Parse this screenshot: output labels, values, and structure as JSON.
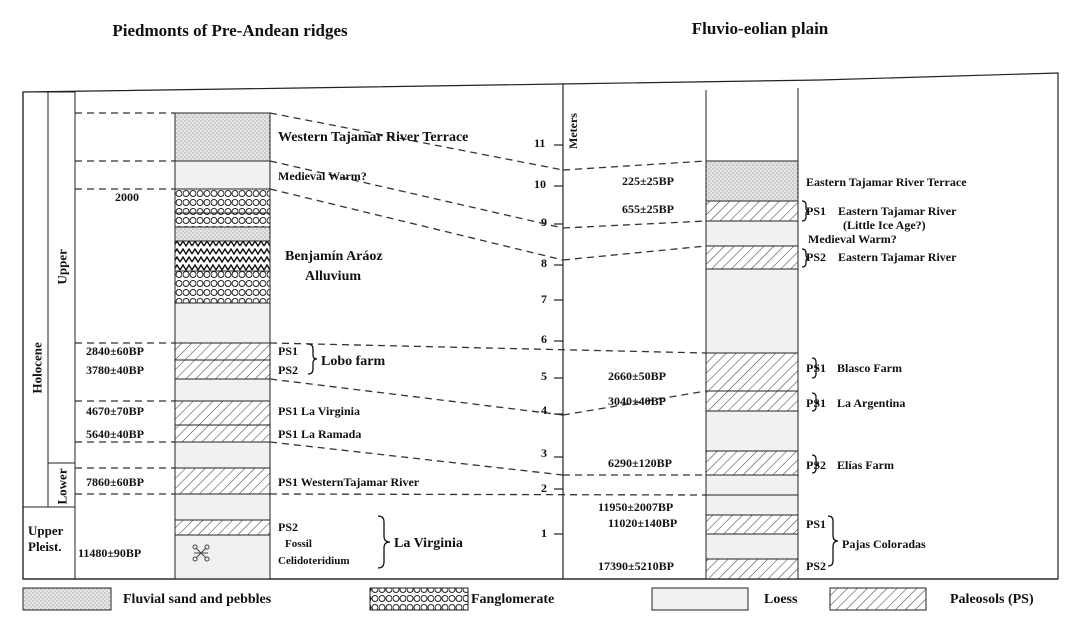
{
  "headings": {
    "left": "Piedmonts of Pre-Andean ridges",
    "right": "Fluvio-eolian plain"
  },
  "chrono": {
    "holocene": "Holocene",
    "upper": "Upper",
    "lower": "Lower",
    "upper_pleist_1": "Upper",
    "upper_pleist_2": "Pleist."
  },
  "left_dates": {
    "d2000": "2000",
    "d2840": "2840±60BP",
    "d3780": "3780±40BP",
    "d4670": "4670±70BP",
    "d5640": "5640±40BP",
    "d7860": "7860±60BP",
    "d11480": "11480±90BP"
  },
  "left_labels": {
    "western_terrace": "Western Tajamar River Terrace",
    "medieval": "Medieval Warm?",
    "benjamin1": "Benjamín Aráoz",
    "benjamin2": "Alluvium",
    "ps1_lobo": "PS1",
    "ps2_lobo": "PS2",
    "lobo": "Lobo farm",
    "la_virginia_ps1": "PS1 La Virginia",
    "la_ramada": "PS1 La Ramada",
    "western_river": "PS1 WesternTajamar River",
    "ps2_lv": "PS2",
    "fossil1": "Fossil",
    "fossil2": "Celidoteridium",
    "la_virginia_lower": "La Virginia"
  },
  "meters": {
    "title": "Meters",
    "ticks": [
      "1",
      "2",
      "3",
      "4",
      "5",
      "6",
      "7",
      "8",
      "9",
      "10",
      "11"
    ]
  },
  "right_dates": {
    "d225": "225±25BP",
    "d655": "655±25BP",
    "d2660": "2660±50BP",
    "d3040": "3040±40BP",
    "d6290": "6290±120BP",
    "d11950": "11950±2007BP",
    "d11020": "11020±140BP",
    "d17390": "17390±5210BP"
  },
  "right_labels": {
    "eastern_terrace": "Eastern Tajamar River Terrace",
    "ps1_eastern": "PS1",
    "eastern_river_1": "Eastern Tajamar River",
    "little_ice": "(Little Ice Age?)",
    "medieval": "Medieval Warm?",
    "ps2_eastern": "PS2",
    "eastern_river_2": "Eastern Tajamar River",
    "ps1_blasco": "PS1",
    "blasco": "Blasco Farm",
    "ps1_arg": "PS1",
    "argentina": "La Argentina",
    "ps2_elias": "PS2",
    "elias": "Elías Farm",
    "ps1_pajas": "PS1",
    "ps2_pajas": "PS2",
    "pajas": "Pajas Coloradas"
  },
  "legend": {
    "fluvial": "Fluvial sand and pebbles",
    "fanglomerate": "Fanglomerate",
    "loess": "Loess",
    "paleosols": "Paleosols (PS)"
  }
}
